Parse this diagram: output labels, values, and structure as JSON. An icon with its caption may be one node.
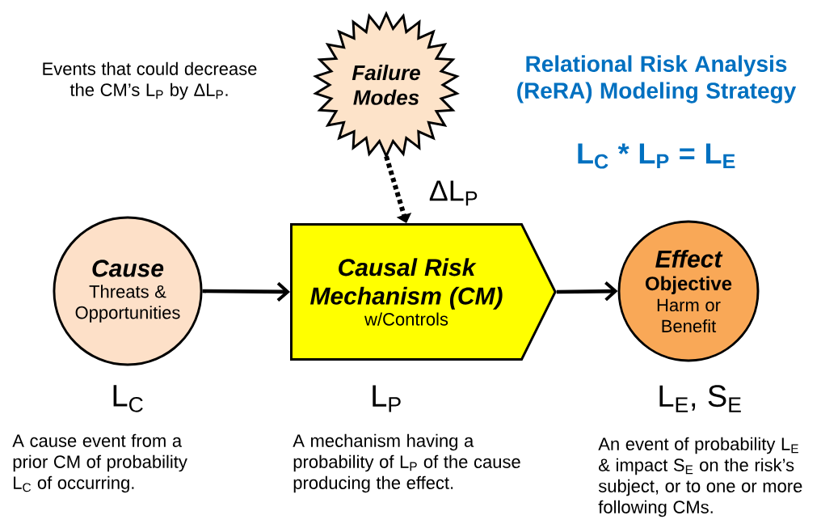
{
  "diagram": {
    "title": "Relational Risk Analysis (ReRA) Modeling Strategy",
    "nodes": [
      {
        "text": [
          "Failure Modes"
        ]
      },
      {
        "text": [
          "Cause",
          "Threats & Opportunities"
        ],
        "beside": [
          "L$_{C}$",
          "A cause event from a prior CM of probability L$_{C}$ of occurring."
        ]
      },
      {
        "text": [
          "Causal Risk Mechanism (CM)",
          "w/Controls"
        ],
        "beside": [
          "L$_{P}$",
          "A mechanism having a probability of L$_{P}$ of the cause producing the effect."
        ]
      },
      {
        "text": [
          "Effect",
          "Objective",
          "Harm or Benefit"
        ],
        "beside": [
          "L$_{E}$, S$_{E}$",
          "An event of probability L$_{E}$ & impact S$_{E}$ on the risk’s subject, or to one or more following CMs."
        ]
      }
    ],
    "edges": [
      {
        "from": 0,
        "to": 2,
        "arrow": "to",
        "style": "dashed",
        "label": "ΔL$_{P}$"
      },
      {
        "from": 1,
        "to": 2,
        "arrow": "to"
      },
      {
        "from": 2,
        "to": 3,
        "arrow": "to"
      }
    ],
    "labels": [
      "Events that could decrease the CM’s L$_{P}$ by ΔL$_{P}$.",
      "L$_{C}$ * L$_{P}$ = L$_{E}$"
    ]
  }
}
